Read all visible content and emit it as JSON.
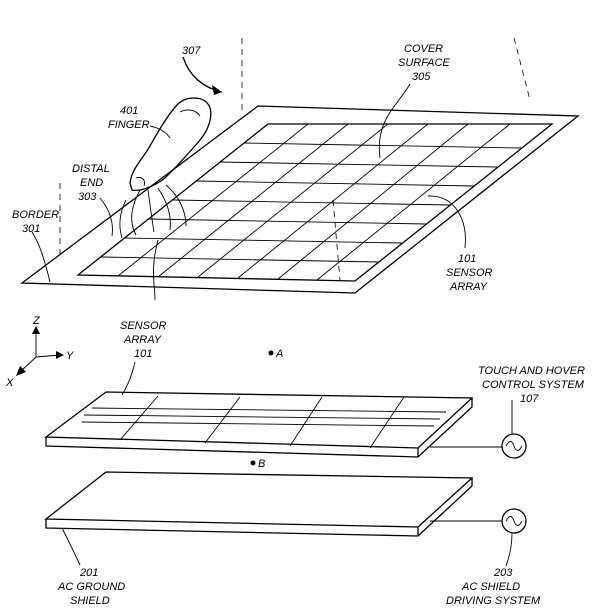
{
  "labels": {
    "ref_307": "307",
    "cover_line1": "COVER",
    "cover_line2": "SURFACE",
    "cover_num": "305",
    "finger_num": "401",
    "finger_word": "FINGER",
    "distal_line1": "DISTAL",
    "distal_line2": "END",
    "distal_num": "303",
    "border_word": "BORDER",
    "border_num": "301",
    "sensor_top_num": "101",
    "sensor_top_line1": "SENSOR",
    "sensor_top_line2": "ARRAY",
    "axis_z": "Z",
    "axis_y": "Y",
    "axis_x": "X",
    "sensor_mid_line1": "SENSOR",
    "sensor_mid_line2": "ARRAY",
    "sensor_mid_num": "101",
    "point_a": "A",
    "point_b": "B",
    "control_line1": "TOUCH AND HOVER",
    "control_line2": "CONTROL SYSTEM",
    "control_num": "107",
    "ground_num": "201",
    "ground_line1": "AC GROUND",
    "ground_line2": "SHIELD",
    "driving_num": "203",
    "driving_line1": "AC SHIELD",
    "driving_line2": "DRIVING SYSTEM"
  }
}
